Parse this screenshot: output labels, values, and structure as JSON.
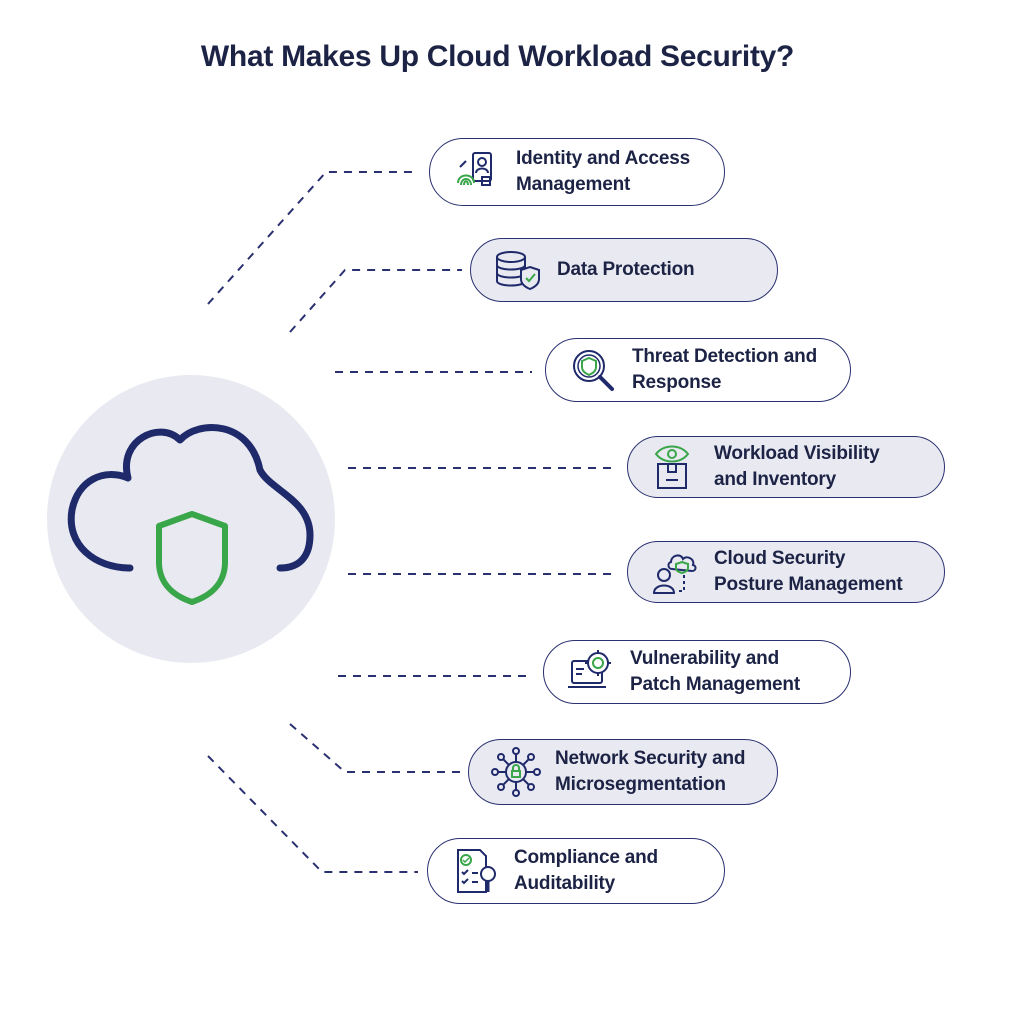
{
  "title": "What Makes Up Cloud Workload Security?",
  "colors": {
    "navy": "#1c2345",
    "line": "#2a3170",
    "accent_green": "#3aa64a",
    "hub_circle": "#e9e9f1"
  },
  "hub": {
    "icon": "cloud-shield-icon"
  },
  "items": [
    {
      "lines": [
        "Identity and Access",
        "Management"
      ],
      "icon": "fingerprint-id-icon"
    },
    {
      "lines": [
        "Data Protection"
      ],
      "icon": "database-shield-icon"
    },
    {
      "lines": [
        "Threat Detection and",
        "Response"
      ],
      "icon": "shield-magnifier-icon"
    },
    {
      "lines": [
        "Workload Visibility",
        "and Inventory"
      ],
      "icon": "eye-box-icon"
    },
    {
      "lines": [
        "Cloud Security",
        "Posture Management"
      ],
      "icon": "user-cloud-shield-icon"
    },
    {
      "lines": [
        "Vulnerability and",
        "Patch Management"
      ],
      "icon": "laptop-gear-icon"
    },
    {
      "lines": [
        "Network Security and",
        "Microsegmentation"
      ],
      "icon": "network-lock-icon"
    },
    {
      "lines": [
        "Compliance and",
        "Auditability"
      ],
      "icon": "checklist-magnifier-icon"
    }
  ]
}
